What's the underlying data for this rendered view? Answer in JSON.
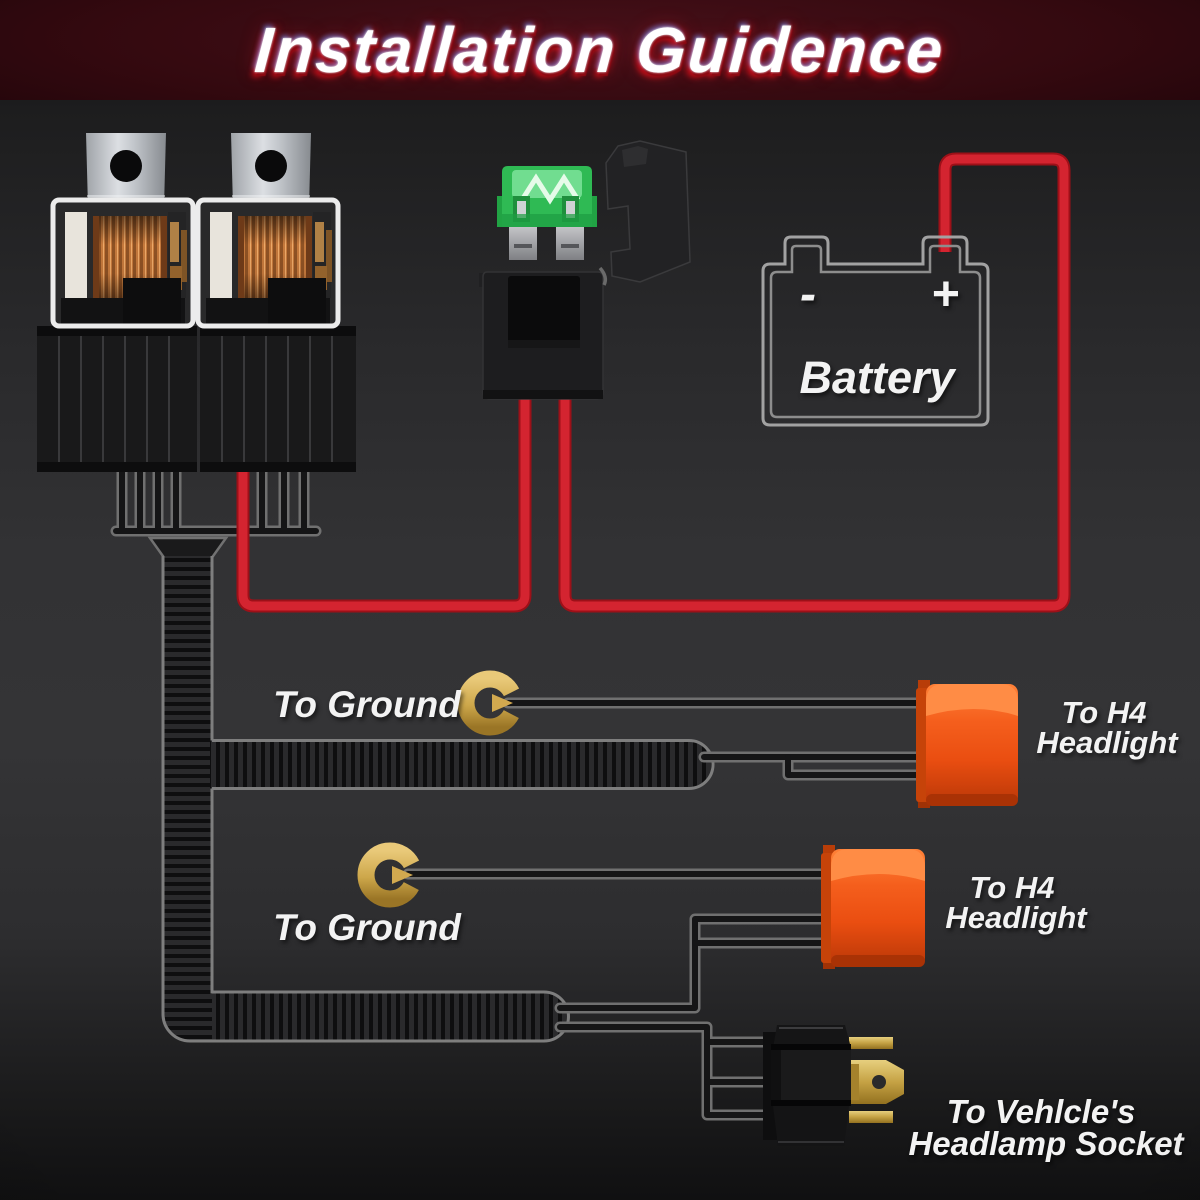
{
  "header": {
    "title": "Installation Guidence"
  },
  "battery": {
    "label": "Battery",
    "minus": "-",
    "plus": "+"
  },
  "grounds": [
    {
      "label": "To Ground"
    },
    {
      "label": "To Ground"
    }
  ],
  "h4_connectors": [
    {
      "line1": "To H4",
      "line2": "Headlight"
    },
    {
      "line1": "To H4",
      "line2": "Headlight"
    }
  ],
  "vehicle_socket": {
    "line1": "To Vehlcle's",
    "line2": "Headlamp Socket"
  },
  "icons": {
    "relay": "automotive-relay",
    "fuse": "green-blade-fuse",
    "fuse_holder": "inline-fuse-holder",
    "battery": "battery-outline",
    "ground_terminal": "open-ring-terminal",
    "h4_connector": "orange-h4-connector",
    "vehicle_socket": "h4-headlamp-plug",
    "wire_loom": "corrugated-wire-loom"
  },
  "colors": {
    "wire_red": "#d42430",
    "connector_orange": "#f2561a",
    "terminal_gold": "#d3a74f",
    "fuse_green": "#2fba54",
    "title_glow": "#c11420",
    "background": "#323234"
  }
}
